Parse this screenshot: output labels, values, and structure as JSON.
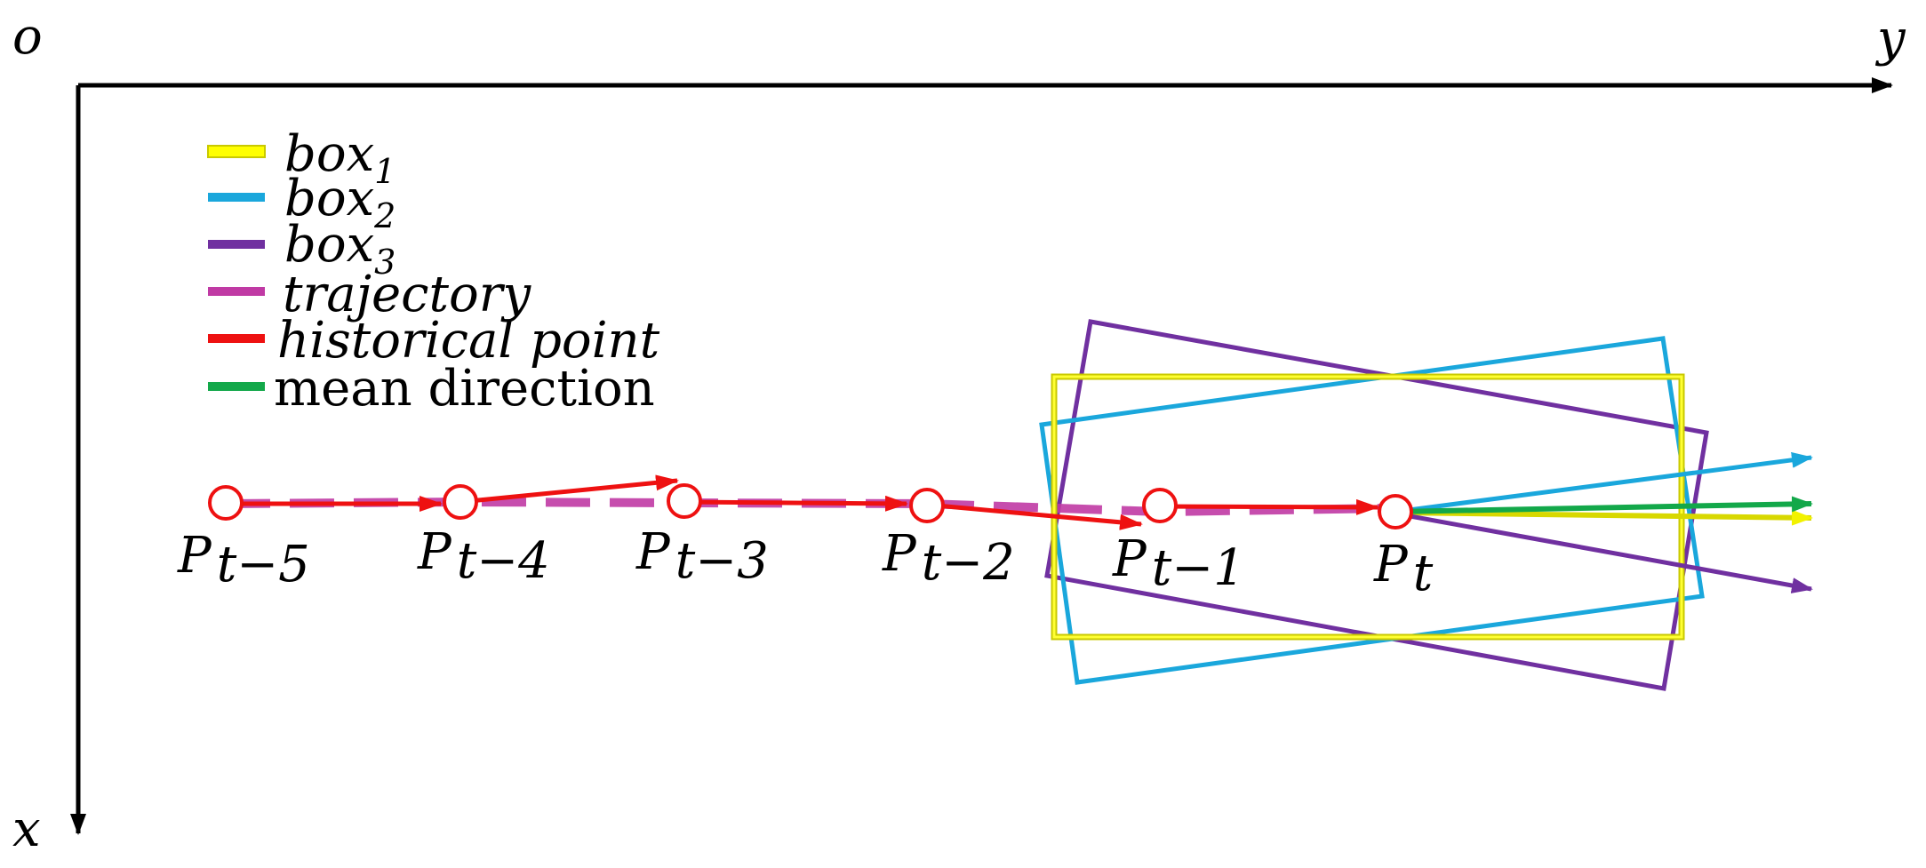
{
  "axes": {
    "origin_label": "o",
    "x_label": "x",
    "y_label": "y"
  },
  "legend": [
    {
      "key": "box1",
      "main": "box",
      "sub": "1",
      "color": "#f2f200"
    },
    {
      "key": "box2",
      "main": "box",
      "sub": "2",
      "color": "#1aa7dc"
    },
    {
      "key": "box3",
      "main": "box",
      "sub": "3",
      "color": "#7030a0"
    },
    {
      "key": "trajectory",
      "main": "trajectory",
      "sub": "",
      "color": "#c03aa4"
    },
    {
      "key": "historical",
      "main": "historical point",
      "sub": "",
      "color": "#ee1111"
    },
    {
      "key": "mean",
      "main": "mean direction",
      "sub": "",
      "color": "#13a84a"
    }
  ],
  "points": [
    {
      "main": "P",
      "sub": "t−5"
    },
    {
      "main": "P",
      "sub": "t−4"
    },
    {
      "main": "P",
      "sub": "t−3"
    },
    {
      "main": "P",
      "sub": "t−2"
    },
    {
      "main": "P",
      "sub": "t−1"
    },
    {
      "main": "P",
      "sub": "t"
    }
  ]
}
